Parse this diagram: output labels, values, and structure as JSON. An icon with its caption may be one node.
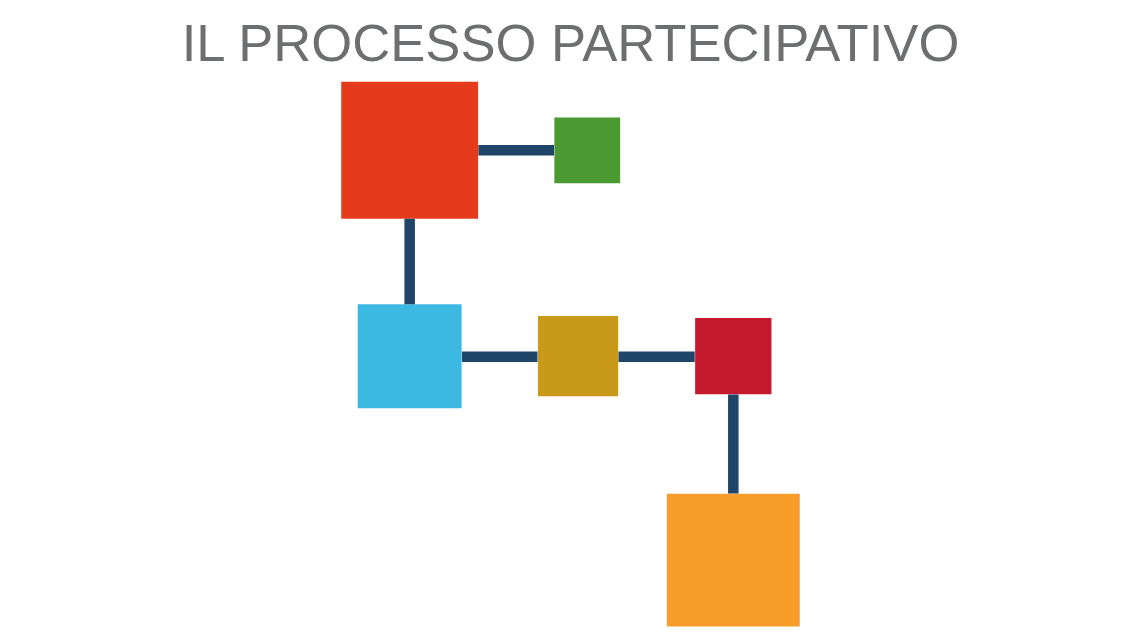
{
  "diagram": {
    "title": "IL PROCESSO PARTECIPATIVO",
    "nodes": [
      {
        "text": [],
        "shape": "box"
      },
      {
        "text": [],
        "shape": "box"
      },
      {
        "text": [],
        "shape": "box"
      },
      {
        "text": [],
        "shape": "box"
      },
      {
        "text": [],
        "shape": "box"
      },
      {
        "text": [],
        "shape": "box"
      }
    ],
    "edges": [
      {
        "from": 0,
        "to": 1,
        "arrow": "none"
      },
      {
        "from": 0,
        "to": 2,
        "arrow": "none"
      },
      {
        "from": 2,
        "to": 3,
        "arrow": "none"
      },
      {
        "from": 3,
        "to": 4,
        "arrow": "none"
      },
      {
        "from": 4,
        "to": 5,
        "arrow": "none"
      }
    ]
  }
}
